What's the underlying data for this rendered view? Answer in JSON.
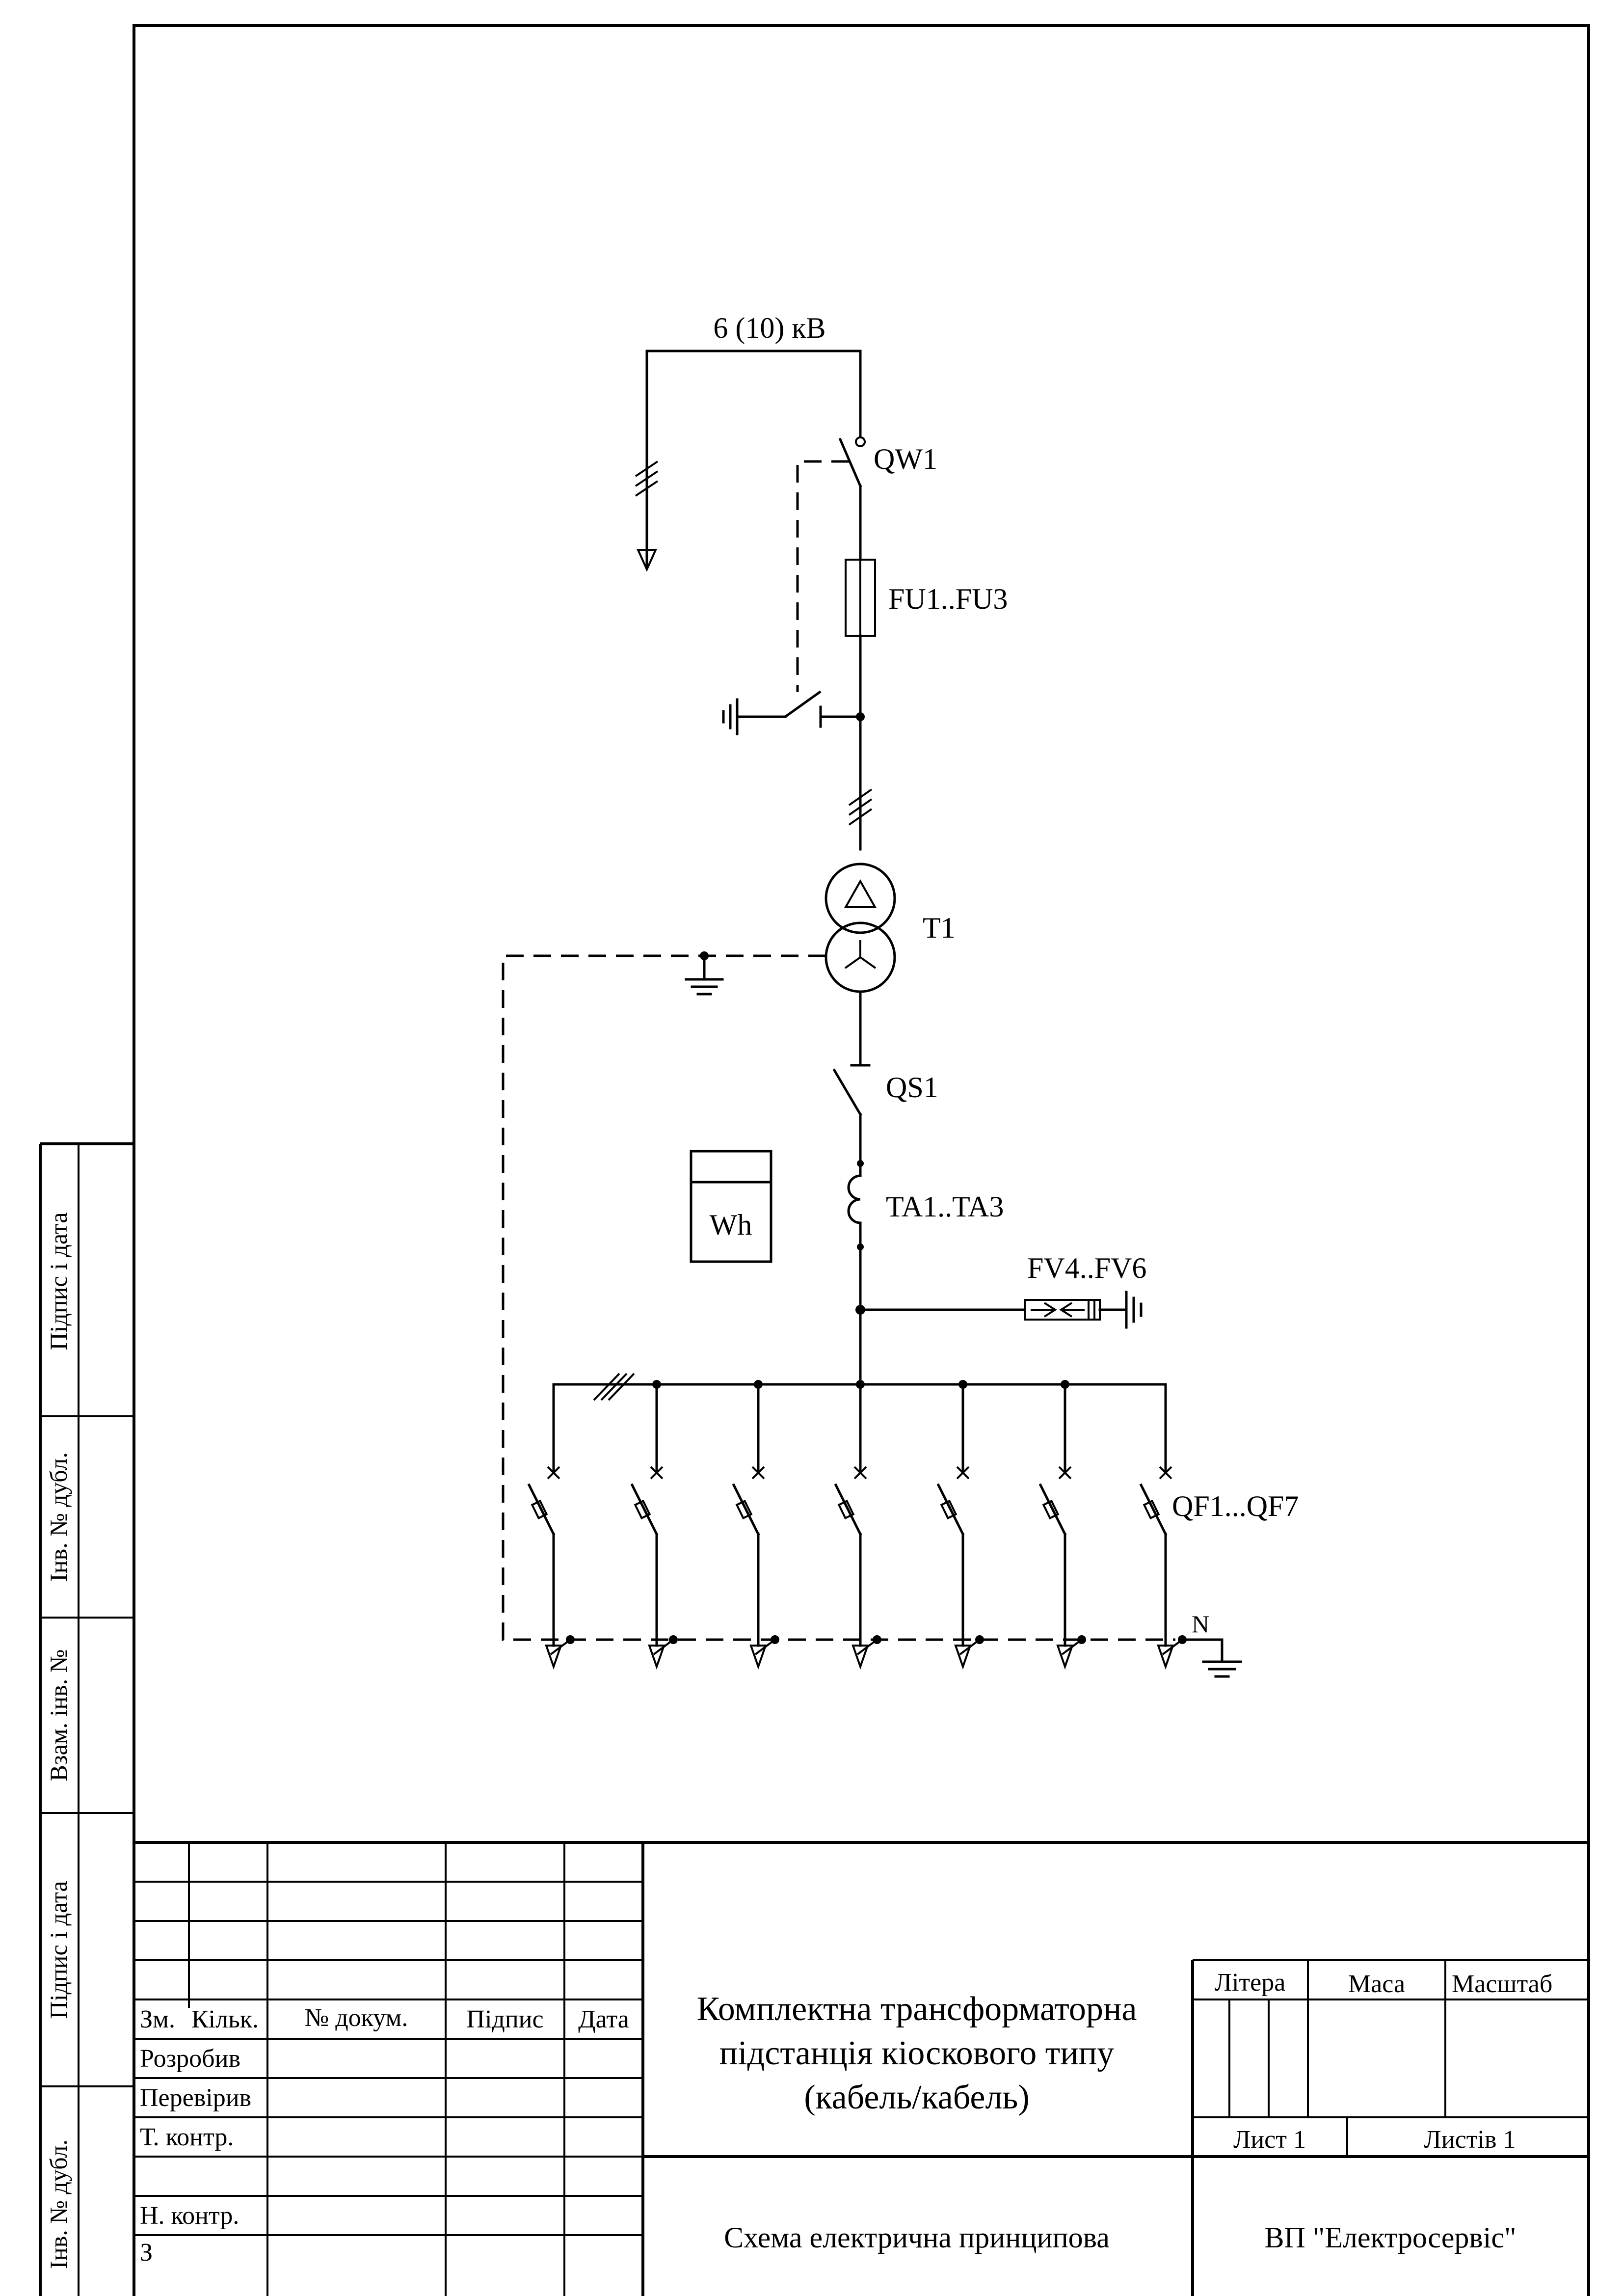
{
  "diagram": {
    "voltage_label": "6 (10) кВ",
    "labels": {
      "qw1": "QW1",
      "fu": "FU1..FU3",
      "t1": "T1",
      "qs1": "QS1",
      "ta": "TA1..TA3",
      "meter": "Wh",
      "fv": "FV4..FV6",
      "qf": "QF1...QF7",
      "neutral": "N"
    }
  },
  "side_stamp": {
    "labels": [
      "Підпис і дата",
      "Інв. № дубл.",
      "Взам. інв. №",
      "Підпис і дата",
      "Інв. № дубл."
    ]
  },
  "title_block": {
    "col_headers": {
      "zm": "Зм.",
      "kilk": "Кільк.",
      "doc": "№ докум.",
      "pidpys": "Підпис",
      "data": "Дата"
    },
    "roles": {
      "rozrobyv": "Розробив",
      "pereviryv": "Перевірив",
      "t_kontr": "Т. контр.",
      "n_kontr": "Н. контр.",
      "cut": "З"
    },
    "title_lines": [
      "Комплектна трансформаторна",
      "підстанція кіоскового типу",
      "(кабель/кабель)"
    ],
    "litera": "Літера",
    "masa": "Маса",
    "masshtab": "Масштаб",
    "sheet": "Лист 1",
    "sheets": "Листів 1",
    "doc_name": "Схема електрична принципова",
    "organization": "ВП \"Електросервіс\""
  }
}
